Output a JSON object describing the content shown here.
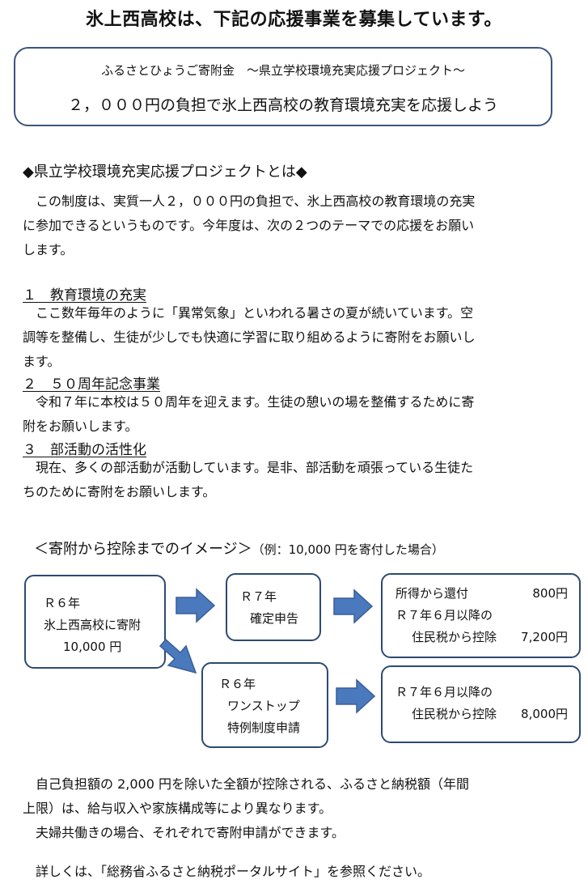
{
  "title": "氷上西高校は、下記の応援事業を募集しています。",
  "banner": {
    "subtitle": "ふるさとひょうご寄附金　～県立学校環境充実応援プロジェクト～",
    "main": "２，０００円の負担で氷上西高校の教育環境充実を応援しよう"
  },
  "about": {
    "heading": "◆県立学校環境充実応援プロジェクトとは◆",
    "lines": [
      "　この制度は、実質一人２，０００円の負担で、氷上西高校の教育環境の充実",
      "に参加できるというものです。今年度は、次の２つのテーマでの応援をお願い",
      "します。"
    ]
  },
  "themes": [
    {
      "heading": "１　教育環境の充実",
      "lines": [
        "　ここ数年毎年のように「異常気象」といわれる暑さの夏が続いています。空",
        "調等を整備し、生徒が少しでも快適に学習に取り組めるように寄附をお願いし",
        "ます。"
      ]
    },
    {
      "heading": "２　５０周年記念事業",
      "lines": [
        "　令和７年に本校は５０周年を迎えます。生徒の憩いの場を整備するために寄",
        "附をお願いします。"
      ]
    },
    {
      "heading": "３　部活動の活性化",
      "lines": [
        "　現在、多くの部活動が活動しています。是非、部活動を頑張っている生徒た",
        "ちのために寄附をお願いします。"
      ]
    }
  ],
  "diagram": {
    "title": "＜寄附から控除までのイメージ＞",
    "example": "（例：10,000 円を寄付した場合）",
    "donation_box": [
      "Ｒ６年",
      "氷上西高校に寄附",
      "10,000 円"
    ],
    "filing_box": [
      "Ｒ７年",
      "確定申告"
    ],
    "onestop_box": [
      "Ｒ６年",
      "ワンストップ",
      "特例制度申請"
    ],
    "result_filing": {
      "row1_label": "所得から還付",
      "row1_amount": "800円",
      "row2": "Ｒ７年６月以降の",
      "row3_label": "住民税から控除",
      "row3_amount": "7,200円"
    },
    "result_onestop": {
      "row1": "Ｒ７年６月以降の",
      "row2_label": "住民税から控除",
      "row2_amount": "8,000円"
    },
    "arrow_color": "#4a79bd",
    "border_color": "#2c4a73"
  },
  "footer": {
    "lines": [
      "　自己負担額の 2,000 円を除いた全額が控除される、ふるさと納税額（年間",
      "上限）は、給与収入や家族構成等により異なります。",
      "　夫婦共働きの場合、それぞれで寄附申請ができます。"
    ],
    "portal": "　詳しくは、「総務省ふるさと納税ポータルサイト」を参照ください。"
  }
}
